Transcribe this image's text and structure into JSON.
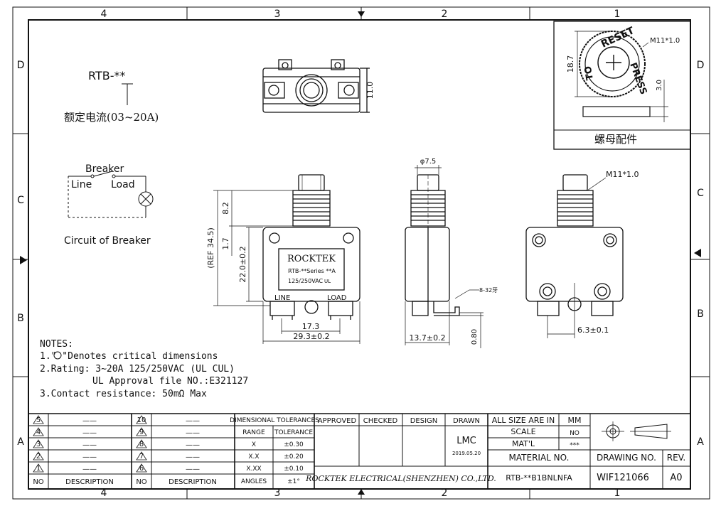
{
  "zones": {
    "cols": [
      "4",
      "3",
      "2",
      "1"
    ],
    "rows": [
      "D",
      "C",
      "B",
      "A"
    ]
  },
  "model": {
    "code": "RTB-**",
    "rated_current": "额定电流(03~20A)"
  },
  "circuit": {
    "breaker": "Breaker",
    "line": "Line",
    "load": "Load",
    "caption": "Circuit of Breaker"
  },
  "top_view": {
    "height_dim": "11.0"
  },
  "front_view": {
    "brand": "ROCKTEK",
    "series": "RTB-**Series **A",
    "rating": "125/250VAC",
    "cert": "UL",
    "line": "LINE",
    "load": "LOAD",
    "dim_ref": "(REF 34.5)",
    "dim_stem": "8.2",
    "dim_gap": "1.7",
    "dim_body": "22.0±0.2",
    "dim_inner": "17.3",
    "dim_outer": "29.3±0.2"
  },
  "side_view": {
    "dim_dia": "φ7.5",
    "thread": "8-32牙",
    "dim_width": "13.7±0.2",
    "dim_terminal": "0.80"
  },
  "back_view": {
    "thread": "M11*1.0",
    "dim_spacing": "6.3±0.1"
  },
  "nut_detail": {
    "text_reset": "RESET",
    "text_to": "TO",
    "text_press": "PRESS",
    "thread": "M11*1.0",
    "dim_dia": "18.7",
    "dim_thick": "3.0",
    "caption": "螺母配件"
  },
  "notes": {
    "title": "NOTES:",
    "n1": "1.\"  \"Denotes critical dimensions",
    "n2a": "2.Rating: 3~20A 125/250VAC (UL CUL)",
    "n2b": "UL Approval file NO.:E321127",
    "n3": "3.Contact resistance: 50mΩ Max"
  },
  "revisions": {
    "left_nums": [
      "5",
      "4",
      "3",
      "2",
      "1"
    ],
    "right_nums": [
      "10",
      "9",
      "8",
      "7",
      "6"
    ],
    "dash": "——",
    "no": "NO",
    "description": "DESCRIPTION"
  },
  "tolerances": {
    "title": "DIMENSIONAL TOLERANCES",
    "range": "RANGE",
    "tolerance": "TOLERANCE",
    "rows": [
      {
        "range": "X",
        "tol": "±0.30"
      },
      {
        "range": "X.X",
        "tol": "±0.20"
      },
      {
        "range": "X.XX",
        "tol": "±0.10"
      },
      {
        "range": "ANGLES",
        "tol": "±1°"
      }
    ]
  },
  "approvals": {
    "approved": "APPROVED",
    "checked": "CHECKED",
    "design": "DESIGN",
    "drawn": "DRAWN",
    "drawn_by": "LMC",
    "date": "2019.05.20"
  },
  "title_block": {
    "all_size": "ALL SIZE ARE IN",
    "unit": "MM",
    "scale_label": "SCALE",
    "scale_value": "NO",
    "matl_label": "MAT'L",
    "matl_value": "***",
    "material_no": "MATERIAL NO.",
    "material_value": "RTB-**B1BNLNFA",
    "drawing_no": "DRAWING NO.",
    "drawing_value": "WIF121066",
    "rev": "REV.",
    "rev_value": "A0",
    "company": "ROCKTEK ELECTRICAL(SHENZHEN) CO.,LTD."
  }
}
